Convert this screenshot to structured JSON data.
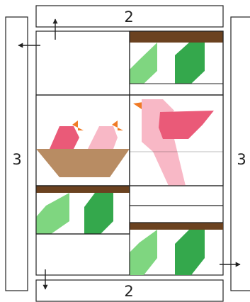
{
  "labels": {
    "top_border": "2",
    "bottom_border": "2",
    "left_border": "3",
    "right_border": "3"
  },
  "colors": {
    "outline": "#222222",
    "background": "#ffffff",
    "branch": "#6b4220",
    "leaf_light": "#7fd680",
    "leaf_dark": "#34a84c",
    "nest": "#b88c63",
    "bird_dark_pink": "#ea5a78",
    "bird_light_pink": "#f8b8c6",
    "beak": "#f07a25"
  }
}
